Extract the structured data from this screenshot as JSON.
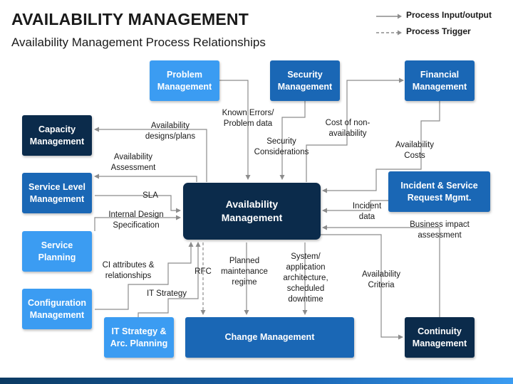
{
  "header": {
    "title": "AVAILABILITY MANAGEMENT",
    "subtitle": "Availability Management Process Relationships"
  },
  "legend": {
    "input_output": "Process Input/output",
    "trigger": "Process Trigger"
  },
  "boxes": {
    "problem": "Problem\nManagement",
    "security": "Security\nManagement",
    "financial": "Financial\nManagement",
    "capacity": "Capacity\nManagement",
    "service_level": "Service Level\nManagement",
    "incident": "Incident & Service\nRequest Mgmt.",
    "service_planning": "Service\nPlanning",
    "configuration": "Configuration\nManagement",
    "it_strategy": "IT Strategy &\nArc. Planning",
    "change": "Change Management",
    "continuity": "Continuity\nManagement",
    "center": "Availability\nManagement"
  },
  "labels": {
    "known_errors": "Known Errors/\nProblem data",
    "availability_designs": "Availability\ndesigns/plans",
    "cost_non_availability": "Cost of non-\navailability",
    "security_considerations": "Security\nConsiderations",
    "availability_costs": "Availability\nCosts",
    "availability_assessment": "Availability\nAssessment",
    "sla": "SLA",
    "incident_data": "Incident\ndata",
    "internal_design": "Internal Design\nSpecification",
    "business_impact": "Business impact\nassessment",
    "planned_maintenance": "Planned\nmaintenance\nregime",
    "system_architecture": "System/\napplication\narchitecture,\nscheduled\ndowntime",
    "ci_attributes": "CI attributes &\nrelationships",
    "rfc": "RFC",
    "availability_criteria": "Availability\nCriteria",
    "it_strategy_label": "IT Strategy"
  },
  "colors": {
    "light_blue": "#3b9cf2",
    "mid_blue": "#1a67b5",
    "dark_blue": "#0b3a62",
    "navy": "#0b2b4b",
    "connector": "#8c8c8c"
  }
}
